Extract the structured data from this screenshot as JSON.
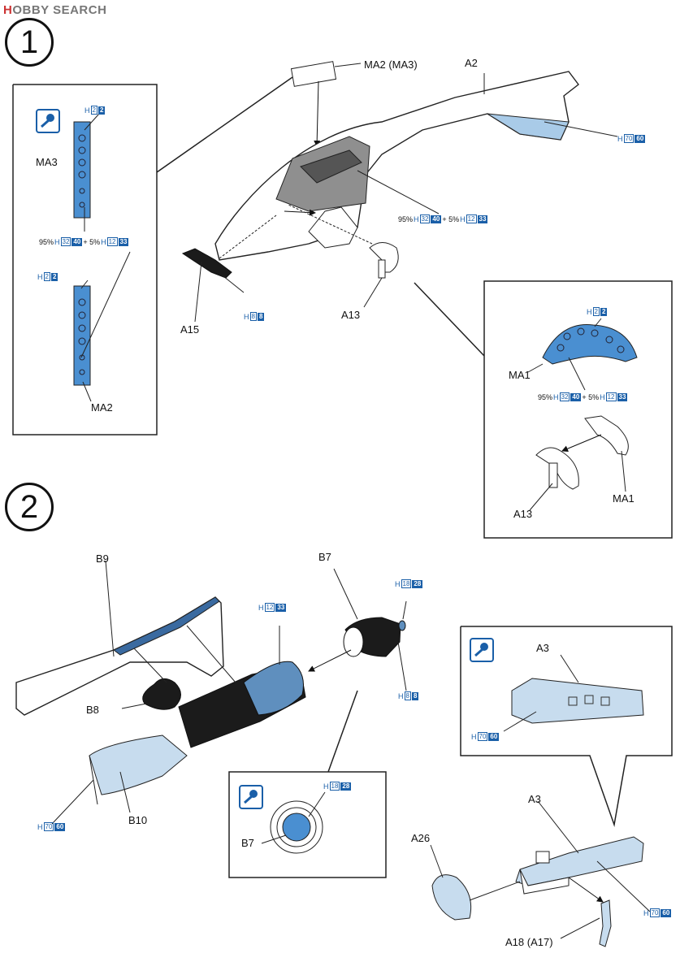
{
  "header": {
    "logo_prefix": "H",
    "logo_text": "OBBY SEARCH"
  },
  "steps": {
    "one": "1",
    "two": "2"
  },
  "step1": {
    "part_labels": {
      "ma2_ma3": "MA2 (MA3)",
      "a2": "A2",
      "a15": "A15",
      "a13": "A13"
    },
    "color_main": {
      "pct95": "95%",
      "h": "H",
      "c1": "32",
      "c1f": "40",
      "plus5": "+ 5%",
      "c2": "12",
      "c2f": "33"
    },
    "color_a2": {
      "h": "H",
      "b": "70",
      "f": "60"
    },
    "color_a15": {
      "h": "H",
      "b": "8",
      "f": "8"
    },
    "inset_left": {
      "ma3": "MA3",
      "ma2": "MA2",
      "c_top": {
        "h": "H",
        "b": "2",
        "f": "2"
      },
      "c_mid": {
        "pct95": "95%",
        "h": "H",
        "c1": "32",
        "c1f": "40",
        "plus5": "+ 5%",
        "c2": "12",
        "c2f": "33"
      },
      "c_bot": {
        "h": "H",
        "b": "2",
        "f": "2"
      }
    },
    "inset_right": {
      "ma1": "MA1",
      "a13": "A13",
      "ma1b": "MA1",
      "c_top": {
        "h": "H",
        "b": "2",
        "f": "2"
      },
      "c_mid": {
        "pct95": "95%",
        "h": "H",
        "c1": "32",
        "c1f": "40",
        "plus5": "+ 5%",
        "c2": "12",
        "c2f": "33"
      }
    }
  },
  "step2": {
    "part_labels": {
      "b9": "B9",
      "b7": "B7",
      "b8": "B8",
      "b10": "B10",
      "b7b": "B7"
    },
    "c_b7top": {
      "h": "H",
      "b": "18",
      "f": "28"
    },
    "c_b12": {
      "h": "H",
      "b": "12",
      "f": "33"
    },
    "c_b7bot": {
      "h": "H",
      "b": "8",
      "f": "8"
    },
    "c_b10": {
      "h": "H",
      "b": "70",
      "f": "60"
    },
    "c_inset": {
      "h": "H",
      "b": "18",
      "f": "28"
    },
    "inset_right": {
      "a3": "A3",
      "c": {
        "h": "H",
        "b": "70",
        "f": "60"
      }
    },
    "lower": {
      "a3": "A3",
      "a26": "A26",
      "a18": "A18 (A17)",
      "c": {
        "h": "H",
        "b": "70",
        "f": "60"
      }
    }
  },
  "colors": {
    "blue_part": "#a9cbe8",
    "gray_part": "#8f8f8f",
    "accent": "#1a5fa8",
    "dark": "#1b1b1b"
  }
}
